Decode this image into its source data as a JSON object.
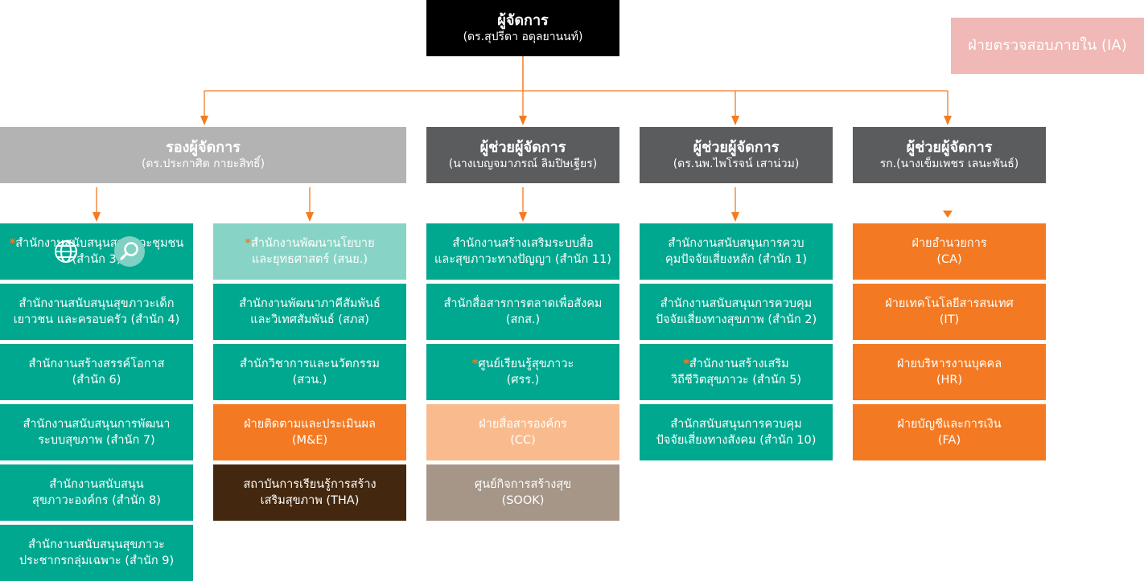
{
  "top": {
    "title": "ผู้จัดการ",
    "name": "(ดร.สุปรีดา อดุลยานนท์)"
  },
  "audit": {
    "label": "ฝ่ายตรวจสอบภายใน (IA)"
  },
  "columns": [
    {
      "title": "รองผู้จัดการ",
      "name": "(ดร.ประกาศิต กายะสิทธิ์)"
    },
    {
      "title": "ผู้ช่วยผู้จัดการ",
      "name": "(นางเบญจมาภรณ์ ลิมปิษเฐียร)"
    },
    {
      "title": "ผู้ช่วยผู้จัดการ",
      "name": "(ดร.นพ.ไพโรจน์ เสาน่วม)"
    },
    {
      "title": "ผู้ช่วยผู้จัดการ",
      "name": "รก.(นางเข็มเพชร เลนะพันธ์)"
    }
  ],
  "col1": [
    {
      "line1": "สำนักงานสนับสนุนสุขภาวะชุมชน",
      "line2": "(สำนัก 3)",
      "star": "*"
    },
    {
      "line1": "สำนักงานสนับสนุนสุขภาวะเด็ก",
      "line2": "เยาวชน และครอบครัว (สำนัก 4)"
    },
    {
      "line1": "สำนักงานสร้างสรรค์โอกาส",
      "line2": "(สำนัก 6)"
    },
    {
      "line1": "สำนักงานสนับสนุนการพัฒนา",
      "line2": "ระบบสุขภาพ (สำนัก 7)"
    },
    {
      "line1": "สำนักงานสนับสนุน",
      "line2": "สุขภาวะองค์กร (สำนัก 8)"
    },
    {
      "line1": "สำนักงานสนับสนุนสุขภาวะ",
      "line2": "ประชากรกลุ่มเฉพาะ (สำนัก 9)"
    }
  ],
  "col2": [
    {
      "line1": "สำนักงานพัฒนานโยบาย",
      "line2": "และยุทธศาสตร์ (สนย.)",
      "star": "*"
    },
    {
      "line1": "สำนักงานพัฒนาภาคีสัมพันธ์",
      "line2": "และวิเทศสัมพันธ์ (สภส)"
    },
    {
      "line1": "สำนักวิชาการและนวัตกรรม",
      "line2": "(สวน.)"
    },
    {
      "line1": "ฝ่ายติดตามและประเมินผล",
      "line2": "(M&E)"
    },
    {
      "line1": "สถาบันการเรียนรู้การสร้าง",
      "line2": "เสริมสุขภาพ (THA)"
    }
  ],
  "col3": [
    {
      "line1": "สำนักงานสร้างเสริมระบบสื่อ",
      "line2": "และสุขภาวะทางปัญญา (สำนัก 11)"
    },
    {
      "line1": "สำนักสื่อสารการตลาดเพื่อสังคม",
      "line2": "(สกส.)"
    },
    {
      "line1": "ศูนย์เรียนรู้สุขภาวะ",
      "line2": "(ศรร.)",
      "star": "*"
    },
    {
      "line1": "ฝ่ายสื่อสารองค์กร",
      "line2": "(CC)"
    },
    {
      "line1": "ศูนย์กิจการสร้างสุข",
      "line2": "(SOOK)"
    }
  ],
  "col4": [
    {
      "line1": "สำนักงานสนับสนุนการควบ",
      "line2": "คุมปัจจัยเสี่ยงหลัก (สำนัก 1)"
    },
    {
      "line1": "สำนักงานสนับสนุนการควบคุม",
      "line2": "ปัจจัยเสี่ยงทางสุขภาพ (สำนัก 2)"
    },
    {
      "line1": "สำนักงานสร้างเสริม",
      "line2": "วิถีชีวิตสุขภาวะ (สำนัก 5)",
      "star": "*"
    },
    {
      "line1": "สำนักสนับสนุนการควบคุม",
      "line2": "ปัจจัยเสี่ยงทางสังคม (สำนัก 10)"
    }
  ],
  "col5": [
    {
      "line1": "ฝ่ายอำนวยการ",
      "line2": "(CA)"
    },
    {
      "line1": "ฝ่ายเทคโนโลยีสารสนเทศ",
      "line2": "(IT)"
    },
    {
      "line1": "ฝ่ายบริหารงานบุคคล",
      "line2": "(HR)"
    },
    {
      "line1": "ฝ่ายบัญชีและการเงิน",
      "line2": "(FA)"
    }
  ],
  "icons": {
    "globe": "globe-icon",
    "search": "search-icon"
  },
  "colors": {
    "teal": "#00a88f",
    "mint": "#87d4c6",
    "orange": "#f37a23",
    "peach": "#f9bb8e",
    "brown": "#43280f",
    "taupe": "#a59688",
    "gray": "#5b5c5e",
    "light_gray": "#b3b3b3",
    "pink": "#f0b8b6",
    "arrow": "#f47b20"
  }
}
